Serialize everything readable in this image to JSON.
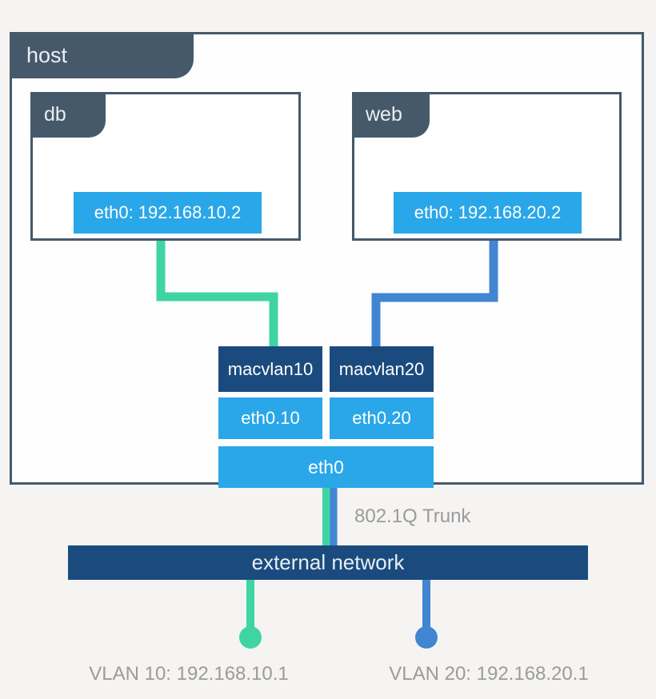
{
  "colors": {
    "page-bg": "#f5f4f2",
    "slate": "#45596a",
    "box-fill": "#fefefe",
    "bright-blue": "#29a7e8",
    "navy": "#1b4b7e",
    "green": "#3fd4a4",
    "link-blue": "#4285d3",
    "gray-text": "#9b9b9b",
    "light-text": "#e9eef3"
  },
  "host": {
    "label": "host"
  },
  "containers": {
    "db": {
      "label": "db",
      "interface": "eth0: 192.168.10.2"
    },
    "web": {
      "label": "web",
      "interface": "eth0: 192.168.20.2"
    }
  },
  "stack": {
    "macvlan10": "macvlan10",
    "macvlan20": "macvlan20",
    "subif10": "eth0.10",
    "subif20": "eth0.20",
    "parent": "eth0"
  },
  "trunk_label": "802.1Q Trunk",
  "external_network_label": "external network",
  "vlan10_label": "VLAN 10: 192.168.10.1",
  "vlan20_label": "VLAN 20: 192.168.20.1"
}
